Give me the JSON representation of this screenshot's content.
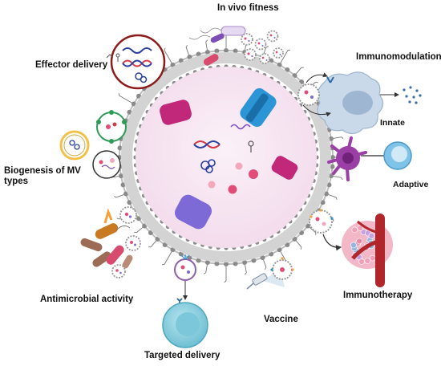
{
  "labels": {
    "in_vivo_fitness": "In vivo fitness",
    "effector_delivery": "Effector delivery",
    "immunomodulation": "Immunomodulation",
    "innate": "Innate",
    "biogenesis_line1": "Biogenesis of MV",
    "biogenesis_line2": "types",
    "adaptive": "Adaptive",
    "antimicrobial_activity": "Antimicrobial activity",
    "immunotherapy": "Immunotherapy",
    "vaccine": "Vaccine",
    "targeted_delivery": "Targeted delivery"
  },
  "colors": {
    "membrane_head": "#8a8a8a",
    "lumen": "#f7e8f3",
    "porin_blue": "#2b95d6",
    "porin_magenta": "#c2287a",
    "porin_purple": "#7d6ad6",
    "macrophage": "#c9d9ea",
    "dendritic": "#9b3fa6",
    "tcell": "#7fc3e8",
    "target_cell": "#8ccfdf",
    "bacteria_brown": "#9b6b55",
    "bacteria_pink": "#d84a6e",
    "vessel_red": "#b1262b"
  }
}
